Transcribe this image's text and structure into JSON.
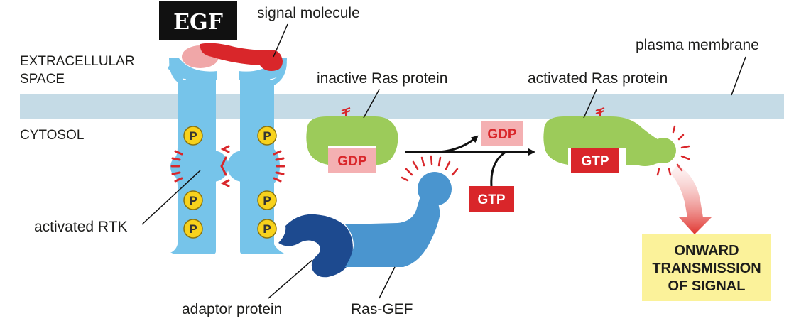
{
  "labels": {
    "egf": "EGF",
    "signal_molecule": "signal molecule",
    "extracellular_line1": "EXTRACELLULAR",
    "extracellular_line2": "SPACE",
    "cytosol": "CYTOSOL",
    "plasma_membrane": "plasma membrane",
    "inactive_ras": "inactive Ras protein",
    "activated_ras": "activated Ras protein",
    "activated_rtk": "activated RTK",
    "adaptor_protein": "adaptor protein",
    "ras_gef": "Ras-GEF",
    "gdp": "GDP",
    "gtp": "GTP",
    "phosphate": "P",
    "onward_line1": "ONWARD",
    "onward_line2": "TRANSMISSION",
    "onward_line3": "OF SIGNAL"
  },
  "colors": {
    "membrane": "#c5dbe6",
    "receptor": "#76c4ea",
    "signal": "#d9262a",
    "signal_light": "#f0a7a8",
    "ras": "#9ccb5a",
    "adaptor": "#1d4a8f",
    "ras_gef": "#4a95cf",
    "gdp_box": "#f4b0b2",
    "gtp_box": "#d9262a",
    "phosphate": "#f8d21c",
    "onward_box": "#fbf29a"
  }
}
